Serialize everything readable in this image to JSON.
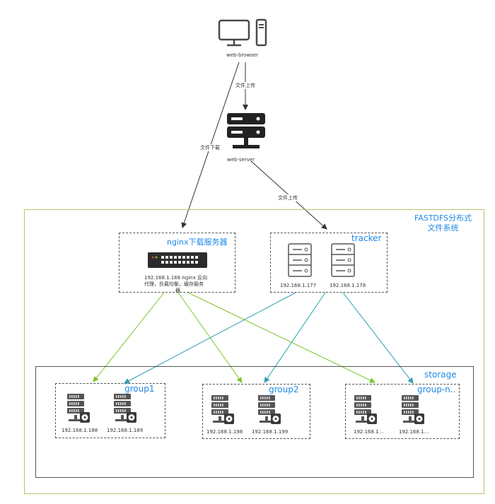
{
  "client": {
    "label": "web-browser"
  },
  "server": {
    "label": "web-server"
  },
  "edges": {
    "upload_1": "文件上传",
    "download": "文件下载",
    "upload_2": "文件上传"
  },
  "system": {
    "title_line1": "FASTDFS分布式",
    "title_line2": "文件系统"
  },
  "nginx": {
    "title": "nginx下载服务器",
    "desc_line1": "192.168.1.166 nginx 反向",
    "desc_line2": "代理，负载均衡，缓存服务",
    "desc_line3": "器"
  },
  "tracker": {
    "title": "tracker",
    "ip1": "192.168.1.177",
    "ip2": "192.168.1.178"
  },
  "storage": {
    "title": "storage",
    "groups": [
      {
        "name": "group1",
        "ip1": "192.168.1.188",
        "ip2": "192.168.1.189"
      },
      {
        "name": "group2",
        "ip1": "192.168.1.198",
        "ip2": "192.168.1.199"
      },
      {
        "name": "group-n..",
        "ip1": "192.168.1...",
        "ip2": "192.168.1..."
      }
    ]
  },
  "colors": {
    "green_link": "#7dc42a",
    "teal_link": "#2a9fb0",
    "frame": "#b9c46a",
    "accent_text": "#1e88e5"
  }
}
